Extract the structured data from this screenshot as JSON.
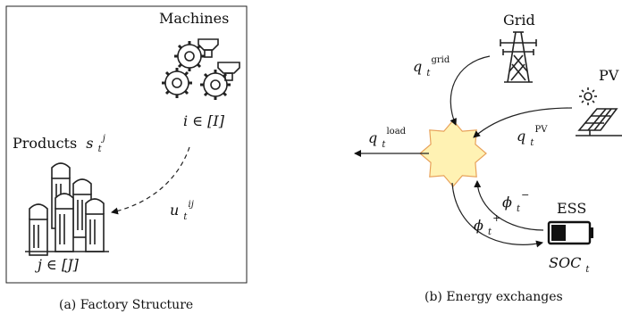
{
  "panel_a": {
    "machines_label": "Machines",
    "products_label": "Products",
    "products_var": "s",
    "products_var_sub": "t",
    "products_var_sup": "j",
    "machine_index": "i ∈ [I]",
    "product_index": "j ∈ [J]",
    "flow_var": "u",
    "flow_var_sub": "t",
    "flow_var_sup": "ij",
    "caption": "(a) Factory Structure"
  },
  "panel_b": {
    "grid_label": "Grid",
    "pv_label": "PV",
    "ess_label": "ESS",
    "q_sym": "q",
    "sub_t": "t",
    "grid_sup": "grid",
    "pv_sup": "PV",
    "load_sup": "load",
    "phi_sym": "ϕ",
    "phi_minus_sup": "−",
    "phi_plus_sup": "+",
    "soc_sym": "SOC",
    "soc_sub": "t",
    "caption": "(b) Energy exchanges"
  },
  "colors": {
    "hub_fill": "#fff2b3",
    "hub_stroke": "#e8a25a",
    "ink": "#111111"
  }
}
